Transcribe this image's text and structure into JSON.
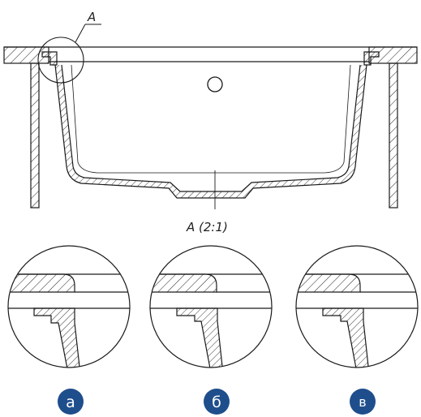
{
  "callout": {
    "label": "A"
  },
  "detail": {
    "title": "A (2:1)"
  },
  "variants": [
    {
      "label": "а"
    },
    {
      "label": "б"
    },
    {
      "label": "в"
    }
  ],
  "colors": {
    "line": "#1a1a1a",
    "badge": "#1f4e8c",
    "badge_text": "#ffffff"
  }
}
